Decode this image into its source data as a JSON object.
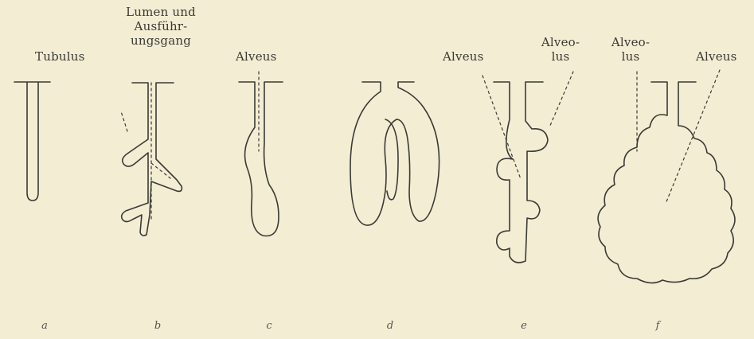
{
  "labels": {
    "tubulus": "Tubulus",
    "lumen_line1": "Lumen und",
    "lumen_line2": "Ausführ-",
    "lumen_line3": "ungsgang",
    "alveus_c": "Alveus",
    "alveus_e": "Alveus",
    "alveolus_e_line1": "Alveo-",
    "alveolus_e_line2": "lus",
    "alveolus_f_line1": "Alveo-",
    "alveolus_f_line2": "lus",
    "alveus_f": "Alveus"
  },
  "letters": [
    "a",
    "b",
    "c",
    "d",
    "e",
    "f"
  ],
  "colors": {
    "paper": "#f3edd3",
    "ink": "#3a3a36"
  }
}
